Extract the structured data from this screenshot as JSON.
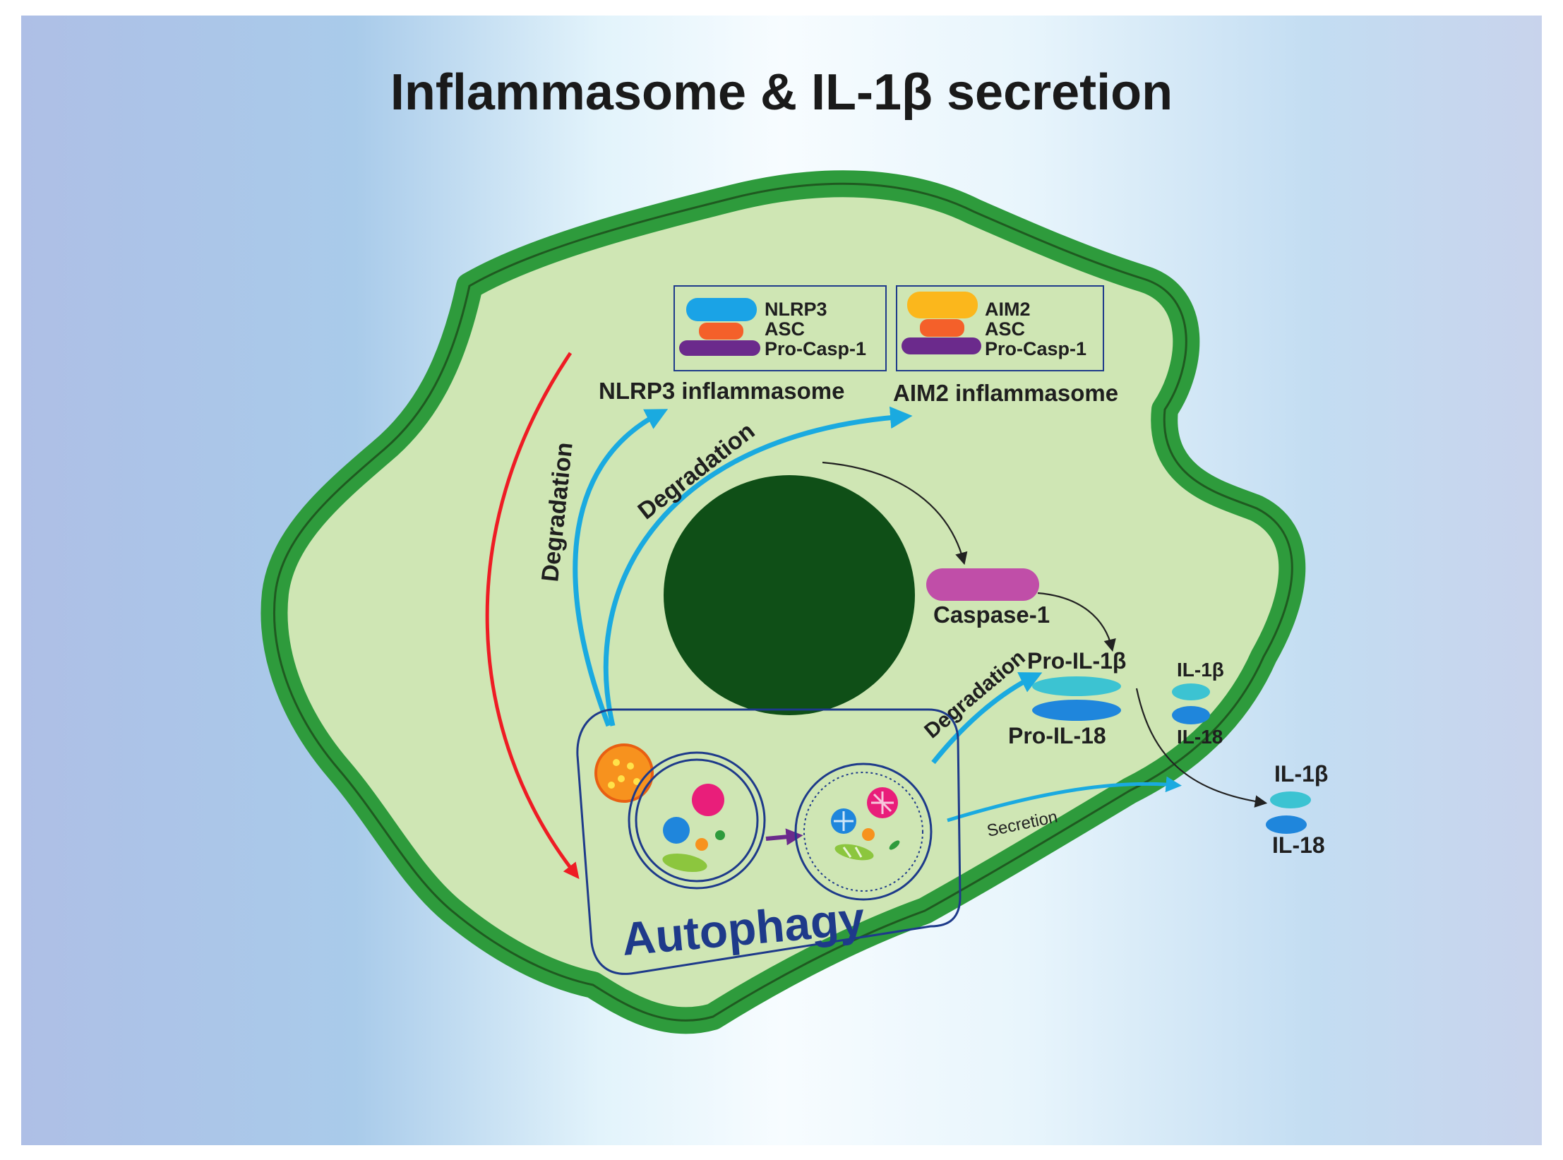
{
  "title": "Inflammasome & IL-1β secretion",
  "colors": {
    "membrane": "#2e9b3c",
    "cytoplasm": "#cfe6b4",
    "nucleus": "#0f4f17",
    "degradation_arrow": "#1aaae0",
    "induction_arrow": "#ee1c24",
    "autophagy_label": "#1e3a8a",
    "nlrp3": "#1aa3e6",
    "aim2": "#fbb71c",
    "asc": "#f4602a",
    "pro_casp1": "#6b2a8c",
    "caspase1": "#c04ea8",
    "il1b": "#3cc3d2",
    "il18": "#1f86dc"
  },
  "nlrp3_box": {
    "lines": [
      "NLRP3",
      "ASC",
      "Pro-Casp-1"
    ],
    "name": "NLRP3 inflammasome"
  },
  "aim2_box": {
    "lines": [
      "AIM2",
      "ASC",
      "Pro-Casp-1"
    ],
    "name": "AIM2 inflammasome"
  },
  "degradation_label": "Degradation",
  "caspase1_label": "Caspase-1",
  "pro_il1b_label": "Pro-IL-1β",
  "pro_il18_label": "Pro-IL-18",
  "il1b_label": "IL-1β",
  "il18_label": "IL-18",
  "secretion_label": "Secretion",
  "autophagy_label": "Autophagy"
}
